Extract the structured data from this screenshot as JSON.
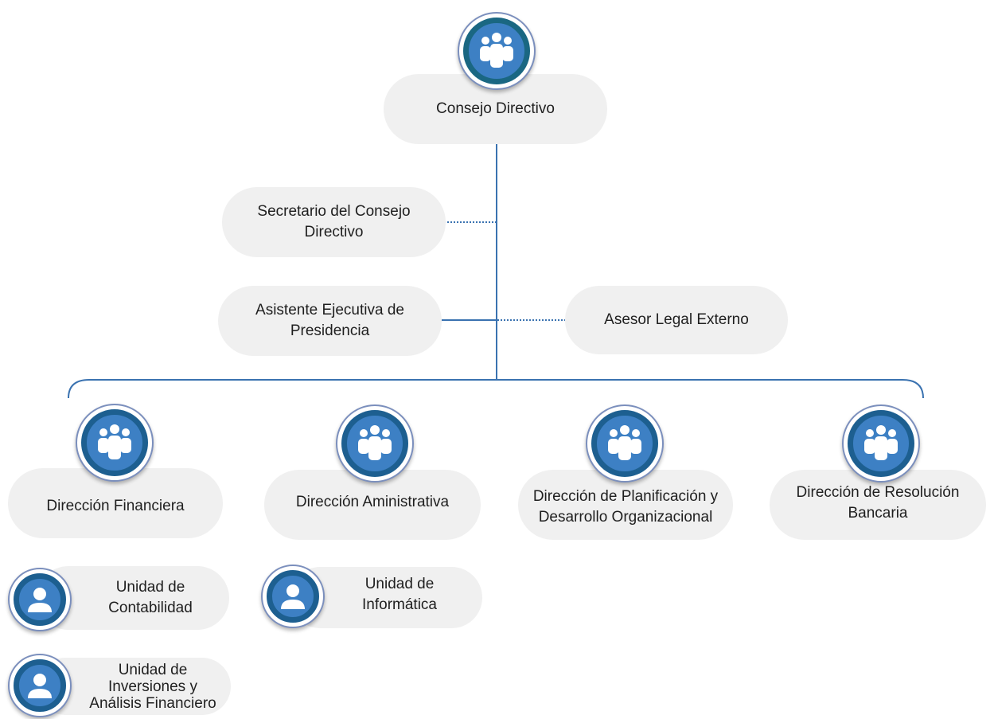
{
  "colors": {
    "line": "#3a72b0",
    "box_fill": "#f0f0f0",
    "icon_blue": "#3d80c4",
    "ring_dark": "#1d5f90",
    "ring_teal": "#1a6782"
  },
  "icons": {
    "group": "people-group-icon",
    "person": "person-icon"
  },
  "top": {
    "label": "Consejo Directivo"
  },
  "staff": {
    "secretary": "Secretario del Consejo Directivo",
    "assistant": "Asistente Ejecutiva de Presidencia",
    "legal": "Asesor Legal Externo"
  },
  "directions": [
    "Dirección Financiera",
    "Dirección Aministrativa",
    "Dirección de Planificación y Desarrollo Organizacional",
    "Dirección de Resolución Bancaria"
  ],
  "units": [
    "Unidad de Contabilidad",
    "Unidad de Informática",
    "Unidad de Inversiones y Análisis Financiero"
  ]
}
